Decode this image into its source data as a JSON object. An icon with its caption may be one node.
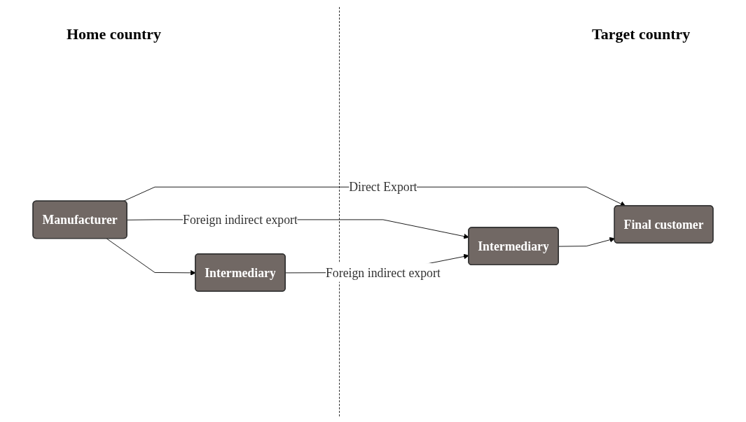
{
  "diagram": {
    "nodes": [
      {
        "text": [
          "Manufacturer"
        ]
      },
      {
        "text": [
          "Final customer"
        ]
      },
      {
        "text": [
          "Intermediary"
        ]
      },
      {
        "text": [
          "Intermediary"
        ]
      }
    ],
    "edges": [
      {
        "from": 0,
        "to": 1,
        "arrow": "to",
        "label": "Direct Export"
      },
      {
        "from": 0,
        "to": 3,
        "arrow": "to"
      },
      {
        "from": 0,
        "to": 2,
        "arrow": "to",
        "label": "Foreign indirect export"
      },
      {
        "from": 3,
        "to": 2,
        "arrow": "to",
        "label": "Foreign indirect export"
      },
      {
        "from": 2,
        "to": 1,
        "arrow": "to"
      }
    ],
    "labels": [
      "Home country",
      "Target country"
    ]
  }
}
